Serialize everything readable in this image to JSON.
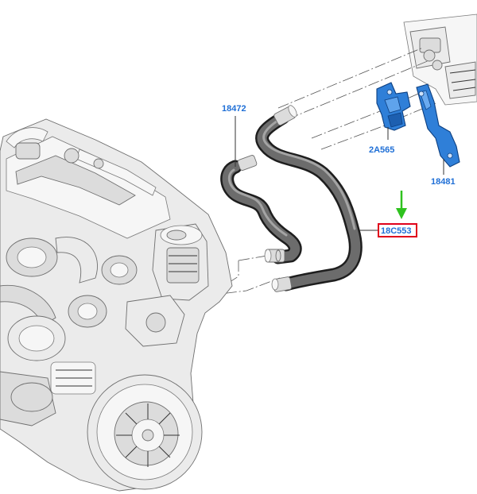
{
  "diagram": {
    "parts": [
      {
        "id": "hose-upper",
        "label": "18472"
      },
      {
        "id": "clamp-bracket",
        "label": "2A565"
      },
      {
        "id": "mounting-bracket",
        "label": "18481"
      },
      {
        "id": "hose-lower",
        "label": "18C553",
        "highlighted": true
      }
    ],
    "colors": {
      "label": "#1f6fd6",
      "highlight_box": "#e0001b",
      "arrow": "#2fc21f",
      "bracket_fill": "#2f7fd8",
      "hose": "#2a2a2a",
      "engine": "#e8e8e8"
    },
    "icons": [
      "green-down-arrow-icon"
    ]
  }
}
